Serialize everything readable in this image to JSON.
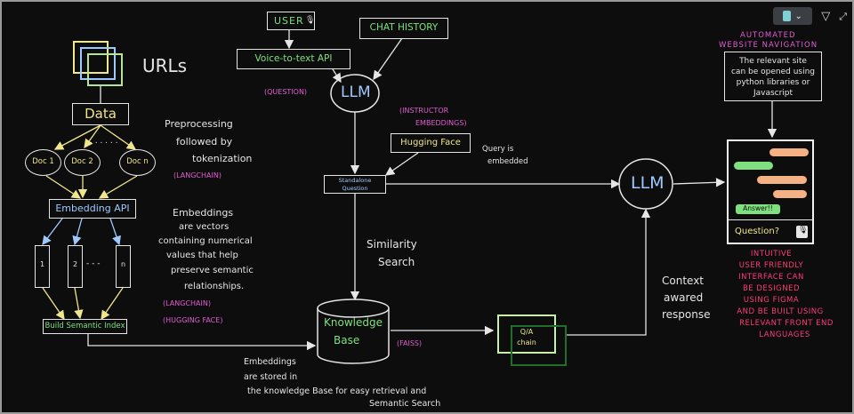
{
  "toolbar": {
    "filter_icon": "filter-icon",
    "expand_icon": "expand-icon",
    "highlight_icon": "highlighter-icon"
  },
  "nodes": {
    "urls": "URLs",
    "data": "Data",
    "doc1": "Doc 1",
    "doc2": "Doc 2",
    "docn": "Doc n",
    "dots": ". . . . . .",
    "embedding_api": "Embedding API",
    "vec1": "1",
    "vec2": "2",
    "vecdots": "- - -",
    "vecn": "n",
    "build_index": "Build Semantic Index",
    "user": "USER",
    "chat_history": "CHAT HISTORY",
    "voice_api": "Voice-to-text API",
    "question_tag": "(QUESTION)",
    "llm_top": "LLM",
    "instructor_1": "(INSTRUCTOR",
    "instructor_2": "EMBEDDINGS)",
    "hugging_face": "Hugging Face",
    "query_1": "Query is",
    "query_2": "embedded",
    "standalone_1": "Standalone",
    "standalone_2": "Question",
    "similarity_1": "Similarity",
    "similarity_2": "Search",
    "kb_1": "Knowledge",
    "kb_2": "Base",
    "faiss": "(FAISS)",
    "qa_1": "Q/A",
    "qa_2": "chain",
    "context_1": "Context",
    "context_2": "awared",
    "context_3": "response",
    "llm_right": "LLM"
  },
  "notes": {
    "pre_1": "Preprocessing",
    "pre_2": "followed by",
    "pre_3": "tokenization",
    "langchain_1": "(LANGCHAIN)",
    "emb_1": "Embeddings",
    "emb_2": "are vectors",
    "emb_3": "containing numerical",
    "emb_4": "values that help",
    "emb_5": "preserve semantic",
    "emb_6": "relationships.",
    "langchain_2": "(LANGCHAIN)",
    "hugging_face_tag": "(HUGGING FACE)",
    "stored_1": "Embeddings",
    "stored_2": "are stored in",
    "stored_3": "the knowledge Base for easy retrieval and",
    "stored_4": "Semantic Search",
    "auto_1": "AUTOMATED",
    "auto_2": "WEBSITE NAVIGATION",
    "site_1": "The relevant site",
    "site_2": "can be opened using",
    "site_3": "python libraries or",
    "site_4": "Javascript",
    "ui_1": "INTUITIVE",
    "ui_2": "USER FRIENDLY",
    "ui_3": "INTERFACE CAN",
    "ui_4": "BE DESIGNED",
    "ui_5": "USING FIGMA",
    "ui_6": "AND BE BUILT USING",
    "ui_7": "RELEVANT FRONT END",
    "ui_8": "LANGUAGES"
  },
  "chat_ui": {
    "answer": "Answer!!",
    "question": "Question?",
    "mic_icon": "microphone-icon"
  },
  "colors": {
    "background": "#0d0d0d",
    "yellow": "#f0e68c",
    "blue": "#9ec9ff",
    "magenta": "#e25cd3",
    "green": "#7ee07e",
    "pink": "#ff3a78",
    "orange_bubble": "#f4b183",
    "green_bubble": "#7ee07e",
    "qa_box": "#c9f0a8",
    "qa_box_inner": "#1f6f2a"
  }
}
